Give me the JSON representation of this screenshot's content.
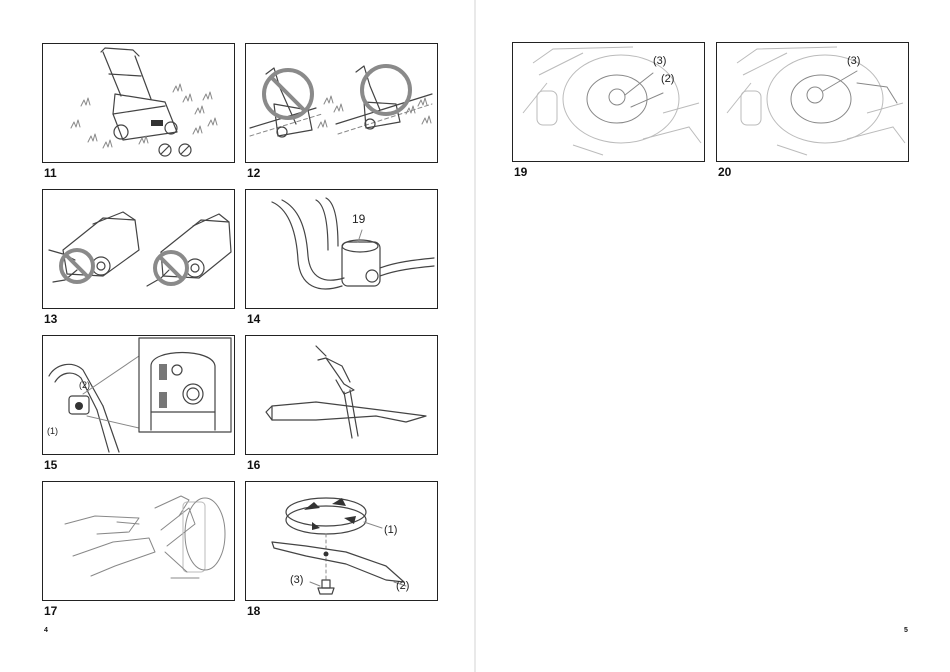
{
  "pages": {
    "left_number": "4",
    "right_number": "5"
  },
  "figures": [
    {
      "number": "11",
      "callouts": []
    },
    {
      "number": "12",
      "callouts": []
    },
    {
      "number": "13",
      "callouts": []
    },
    {
      "number": "14",
      "callouts": [
        "19"
      ]
    },
    {
      "number": "15",
      "callouts": [
        "(2)",
        "(1)"
      ]
    },
    {
      "number": "16",
      "callouts": []
    },
    {
      "number": "17",
      "callouts": []
    },
    {
      "number": "18",
      "callouts": [
        "(1)",
        "(3)",
        "(2)"
      ]
    },
    {
      "number": "19",
      "callouts": [
        "(3)",
        "(2)"
      ]
    },
    {
      "number": "20",
      "callouts": [
        "(3)"
      ]
    }
  ]
}
